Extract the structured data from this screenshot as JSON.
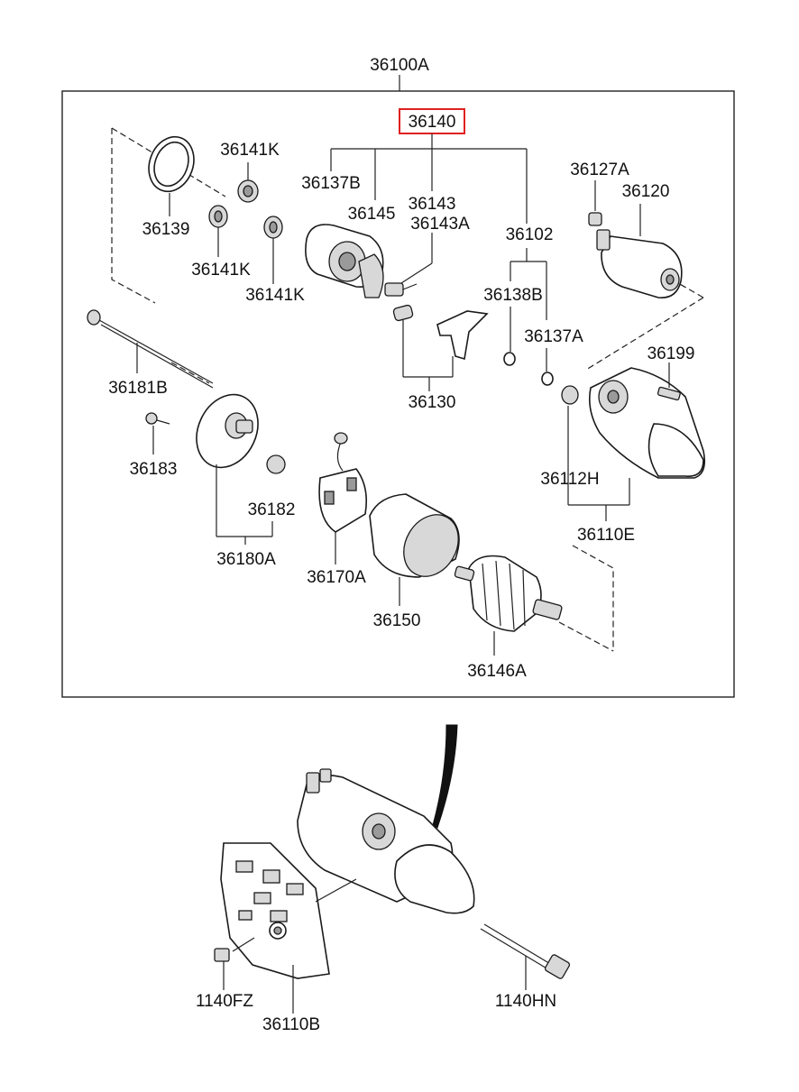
{
  "assembly_label": "36100A",
  "highlighted_label": "36140",
  "labels": {
    "p36141K_a": "36141K",
    "p36139": "36139",
    "p36141K_b": "36141K",
    "p36141K_c": "36141K",
    "p36137B": "36137B",
    "p36145": "36145",
    "p36143": "36143",
    "p36143A": "36143A",
    "p36102": "36102",
    "p36127A": "36127A",
    "p36120": "36120",
    "p36138B": "36138B",
    "p36137A": "36137A",
    "p36199": "36199",
    "p36181B": "36181B",
    "p36130": "36130",
    "p36183": "36183",
    "p36112H": "36112H",
    "p36182": "36182",
    "p36110E": "36110E",
    "p36180A": "36180A",
    "p36170A": "36170A",
    "p36150": "36150",
    "p36146A": "36146A",
    "p1140FZ": "1140FZ",
    "p36110B": "36110B",
    "p1140HN": "1140HN"
  },
  "colors": {
    "highlight": "#e02020",
    "line": "#222222"
  }
}
